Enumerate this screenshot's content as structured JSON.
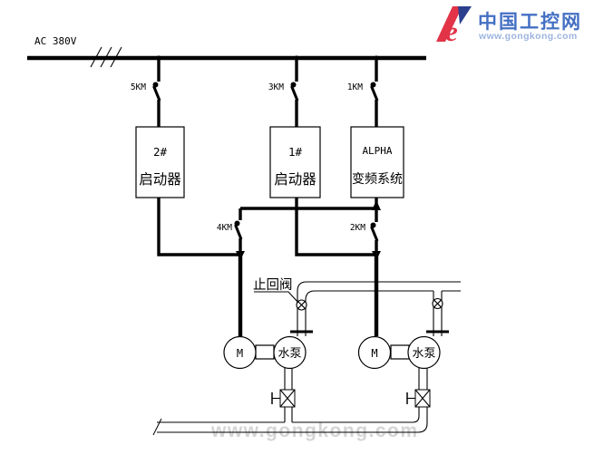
{
  "diagram": {
    "supply_label": "AC 380V",
    "breakers": {
      "km5": "5KM",
      "km3": "3KM",
      "km1": "1KM"
    },
    "contactors": {
      "km4": "4KM",
      "km2": "2KM"
    },
    "boxes": {
      "starter2": {
        "line1": "2#",
        "line2": "启动器"
      },
      "starter1": {
        "line1": "1#",
        "line2": "启动器"
      },
      "vfd": {
        "line1": "ALPHA",
        "line2": "变频系统"
      }
    },
    "check_valve_label": "止回阀",
    "motor_label": "M",
    "pump_label": "水泵"
  },
  "logo": {
    "mark": "e",
    "title": "中国工控网",
    "subtitle": "www.gongkong.com"
  },
  "watermark": "www.gongkong.com",
  "colors": {
    "line": "#000000",
    "logo_red": "#e23347",
    "logo_navy": "#2b3f8f",
    "logo_blue": "#4470c4",
    "logo_lightblue": "#9db4e0",
    "watermark_gray": "#d4d4d4"
  }
}
